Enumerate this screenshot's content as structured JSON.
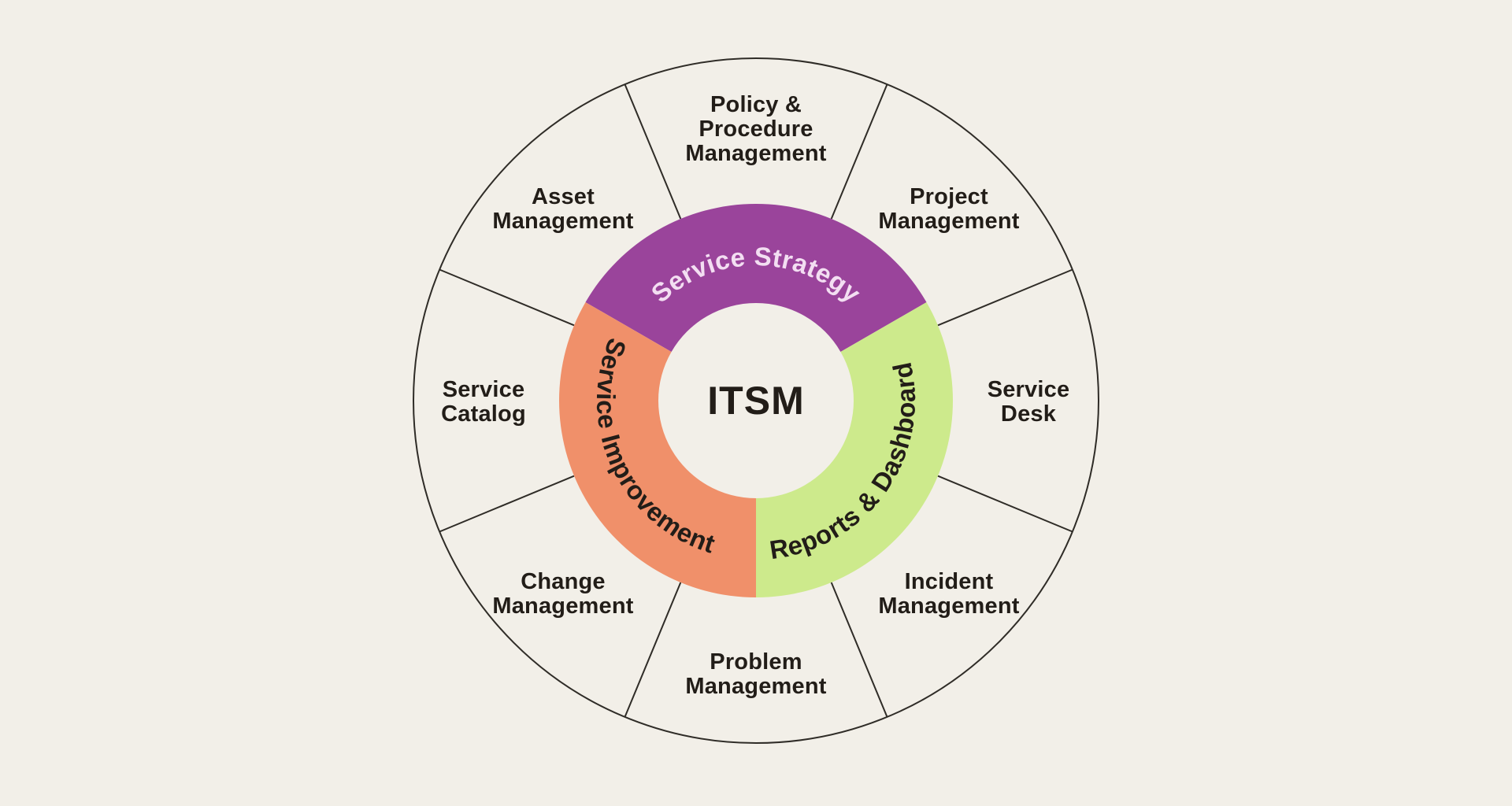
{
  "diagram": {
    "center_label": "ITSM",
    "colors": {
      "background": "#F2EFE8",
      "outline": "#2F2C27",
      "label_text": "#221D18",
      "strategy_segment": "#9A449B",
      "strategy_text": "#F3DEF2",
      "reports_segment": "#CDEA8C",
      "improvement_segment": "#F0906A",
      "segment_dark_text": "#221D18"
    },
    "inner_segments": [
      {
        "label": "Service Strategy"
      },
      {
        "label": "Reports & Dashboard"
      },
      {
        "label": "Service Improvement"
      }
    ],
    "outer_segments": [
      {
        "lines": [
          "Policy &",
          "Procedure",
          "Management"
        ]
      },
      {
        "lines": [
          "Project",
          "Management"
        ]
      },
      {
        "lines": [
          "Service",
          "Desk"
        ]
      },
      {
        "lines": [
          "Incident",
          "Management"
        ]
      },
      {
        "lines": [
          "Problem",
          "Management"
        ]
      },
      {
        "lines": [
          "Change",
          "Management"
        ]
      },
      {
        "lines": [
          "Service",
          "Catalog"
        ]
      },
      {
        "lines": [
          "Asset",
          "Management"
        ]
      }
    ]
  }
}
